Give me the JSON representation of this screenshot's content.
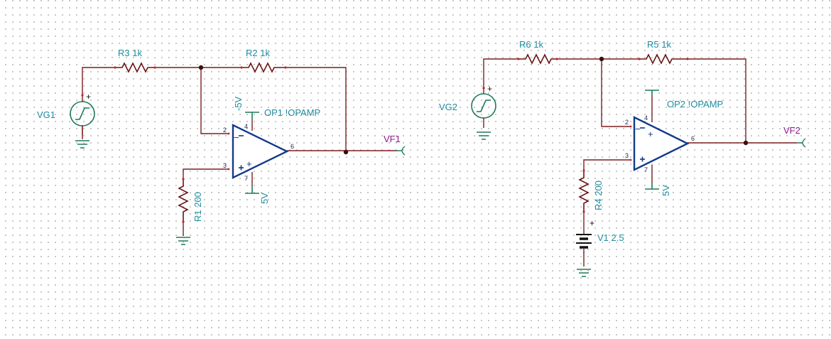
{
  "diagram": {
    "circuit1": {
      "source": {
        "label": "VG1",
        "plus": "+"
      },
      "r_in": {
        "label": "R3 1k"
      },
      "r_fb": {
        "label": "R2 1k"
      },
      "r_gnd": {
        "label": "R1 200"
      },
      "opamp": {
        "label": "OP1 !OPAMP",
        "pin_inv": "2",
        "pin_noninv": "3",
        "pin_out": "6",
        "pin_neg_supply": "4",
        "pin_pos_supply": "7",
        "minus": "−",
        "plus": "+"
      },
      "supply_neg": {
        "label": "-5V"
      },
      "supply_pos": {
        "label": "5V"
      },
      "output": {
        "label": "VF1"
      }
    },
    "circuit2": {
      "source": {
        "label": "VG2",
        "plus": "+"
      },
      "r_in": {
        "label": "R6 1k"
      },
      "r_fb": {
        "label": "R5 1k"
      },
      "r_ref": {
        "label": "R4 200"
      },
      "battery": {
        "label": "V1 2.5",
        "plus": "+"
      },
      "opamp": {
        "label": "OP2 !OPAMP",
        "pin_inv": "2",
        "pin_noninv": "3",
        "pin_out": "6",
        "pin_neg_supply": "4",
        "pin_pos_supply": "7",
        "minus": "−",
        "plus": "+"
      },
      "supply_pos": {
        "label": "5V"
      },
      "output": {
        "label": "VF2"
      }
    }
  }
}
